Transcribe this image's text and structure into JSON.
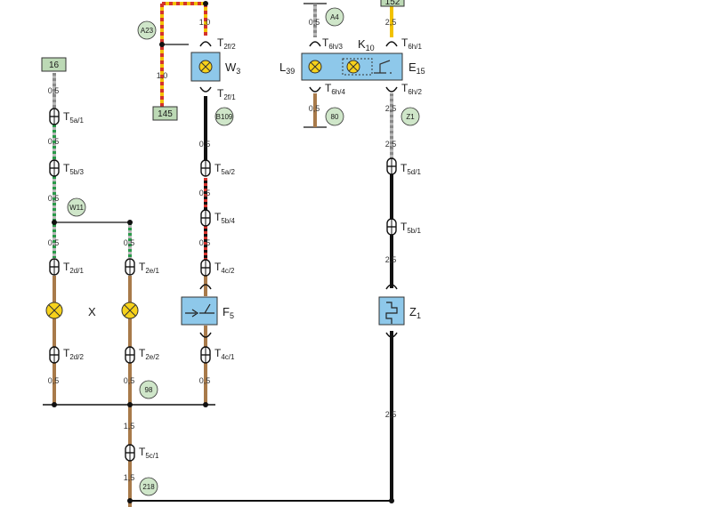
{
  "colors": {
    "component_blue": "#8ec8ea",
    "tag_green": "#bcd9b5",
    "circle_green": "#cfe6c9",
    "lamp_yellow": "#f7d21b",
    "wire_grey": "#9a9a9a",
    "wire_green": "#2a9a4a",
    "wire_black": "#111111",
    "wire_red": "#d4322c",
    "wire_brown": "#a87a4a",
    "wire_yellow": "#f2c200"
  },
  "tags": {
    "t16": "16",
    "t145": "145",
    "t152": "152"
  },
  "circles": {
    "a23": "A23",
    "a4": "A4",
    "b109": "B109",
    "c80": "80",
    "z1": "Z1",
    "w11": "W11",
    "c98": "98",
    "c218": "218"
  },
  "gauges": {
    "g10a": "1,0",
    "g10b": "1,0",
    "g05_a4": "0,5",
    "g25_top": "2,5",
    "g05_c1": "0,5",
    "g05_c1b": "0,5",
    "g05_c1c": "0,5",
    "g05_c1d": "0,5",
    "g05_c1e": "0,5",
    "g05_c2a": "0,5",
    "g05_c2b": "0,5",
    "g05_c3a": "0,5",
    "g05_c3b": "0,5",
    "g05_c3c": "0,5",
    "g05_c3d": "0,5",
    "g05_c4": "0,5",
    "g25_c5a": "2,5",
    "g25_c5b": "2,5",
    "g25_c5c": "2,5",
    "g25_c5d": "2,5",
    "g15a": "1,5",
    "g15b": "1,5"
  },
  "connectors": [
    {
      "id": "T2f1",
      "main": "T",
      "sub": "2f/1"
    },
    {
      "id": "T2f2",
      "main": "T",
      "sub": "2f/2"
    },
    {
      "id": "T5a1",
      "main": "T",
      "sub": "5a/1"
    },
    {
      "id": "T5b3",
      "main": "T",
      "sub": "5b/3"
    },
    {
      "id": "T2d1",
      "main": "T",
      "sub": "2d/1"
    },
    {
      "id": "T2e1",
      "main": "T",
      "sub": "2e/1"
    },
    {
      "id": "T2d2",
      "main": "T",
      "sub": "2d/2"
    },
    {
      "id": "T2e2",
      "main": "T",
      "sub": "2e/2"
    },
    {
      "id": "T5a2",
      "main": "T",
      "sub": "5a/2"
    },
    {
      "id": "T5b4",
      "main": "T",
      "sub": "5b/4"
    },
    {
      "id": "T4c2",
      "main": "T",
      "sub": "4c/2"
    },
    {
      "id": "T4c1",
      "main": "T",
      "sub": "4c/1"
    },
    {
      "id": "T6h3",
      "main": "T",
      "sub": "6h/3"
    },
    {
      "id": "T6h4",
      "main": "T",
      "sub": "6h/4"
    },
    {
      "id": "T6h1",
      "main": "T",
      "sub": "6h/1"
    },
    {
      "id": "T6h2",
      "main": "T",
      "sub": "6h/2"
    },
    {
      "id": "T5d1",
      "main": "T",
      "sub": "5d/1"
    },
    {
      "id": "T5b1",
      "main": "T",
      "sub": "5b/1"
    },
    {
      "id": "T5c1",
      "main": "T",
      "sub": "5c/1"
    }
  ],
  "components": {
    "W3": {
      "main": "W",
      "sub": "3"
    },
    "L39": {
      "main": "L",
      "sub": "39"
    },
    "K10": {
      "main": "K",
      "sub": "10"
    },
    "E15": {
      "main": "E",
      "sub": "15"
    },
    "F5": {
      "main": "F",
      "sub": "5"
    },
    "Z1": {
      "main": "Z",
      "sub": "1"
    }
  },
  "x_label": "X"
}
